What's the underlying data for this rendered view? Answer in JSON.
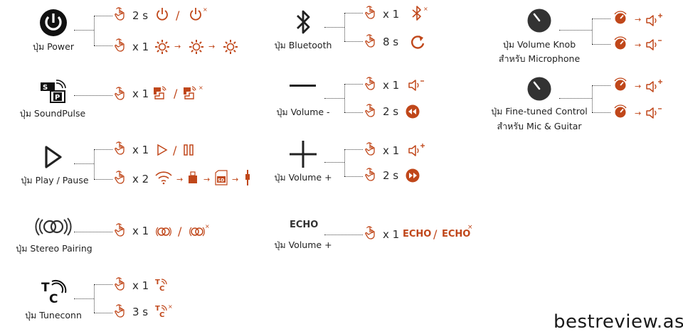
{
  "buttons": {
    "power": {
      "label": "ปุ่ม Power",
      "a1_count": "2 s",
      "a2_count": "x 1"
    },
    "soundpulse": {
      "label": "ปุ่ม SoundPulse",
      "a1_count": "x 1"
    },
    "playpause": {
      "label": "ปุ่ม Play / Pause",
      "a1_count": "x 1",
      "a2_count": "x 2"
    },
    "stereo": {
      "label": "ปุ่ม Stereo Pairing",
      "a1_count": "x 1"
    },
    "tuneconn": {
      "label": "ปุ่ม Tuneconn",
      "a1_count": "x 1",
      "a2_count": "3 s"
    },
    "bluetooth": {
      "label": "ปุ่ม Bluetooth",
      "a1_count": "x 1",
      "a2_count": "8 s"
    },
    "volminus": {
      "label": "ปุ่ม Volume -",
      "a1_count": "x 1",
      "a2_count": "2 s"
    },
    "volplus": {
      "label": "ปุ่ม Volume +",
      "a1_count": "x 1",
      "a2_count": "2 s"
    },
    "echo": {
      "icon_text": "ECHO",
      "label": "ปุ่ม Volume +",
      "a1_count": "x 1",
      "a1_on": "ECHO",
      "a1_sep": "/",
      "a1_off": "ECHO",
      "x_mark": "×"
    },
    "knob": {
      "label_1": "ปุ่ม Volume Knob",
      "label_2": "สำหรับ Microphone"
    },
    "finetuned": {
      "label_1": "ปุ่ม Fine-tuned Control",
      "label_2": "สำหรับ Mic & Guitar"
    }
  },
  "sep": "/",
  "arrow": "→",
  "brand": "bestreview.asia",
  "colors": {
    "accent": "#c0471a",
    "text": "#222222"
  }
}
